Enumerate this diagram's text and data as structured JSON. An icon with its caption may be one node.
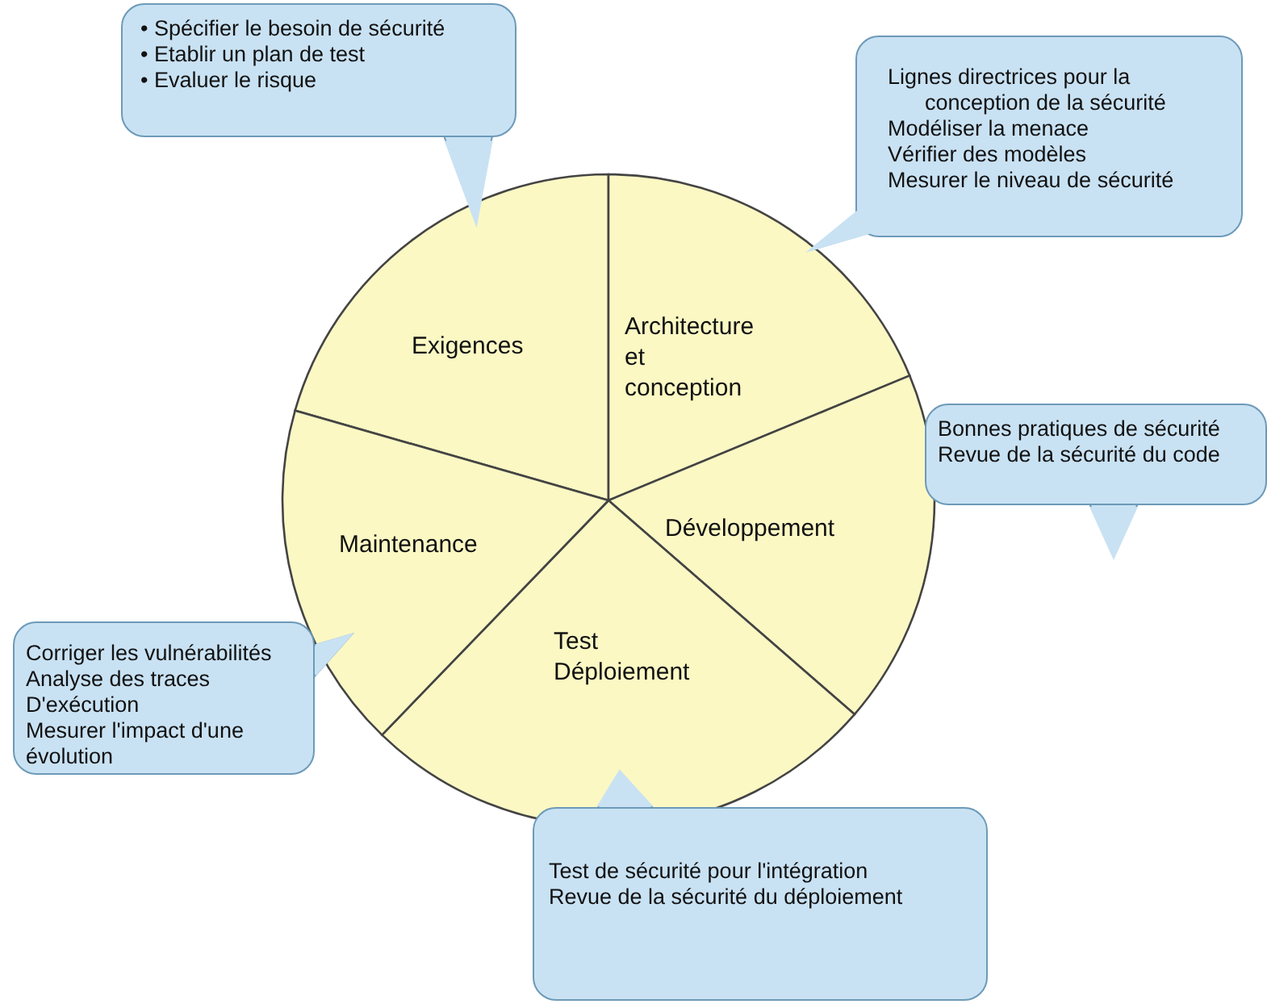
{
  "diagram": {
    "nodes": [
      {
        "text": [
          "Exigences"
        ]
      },
      {
        "text": [
          "Architecture et conception"
        ]
      },
      {
        "text": [
          "Développement"
        ]
      },
      {
        "text": [
          "Test Déploiement"
        ]
      },
      {
        "text": [
          "Maintenance"
        ]
      },
      {
        "text": [
          "• Spécifier le besoin de sécurité",
          "• Etablir un plan de test",
          "• Evaluer le risque"
        ]
      },
      {
        "text": [
          "Lignes directrices pour la conception de la sécurité",
          "Modéliser la menace",
          "Vérifier des modèles",
          "Mesurer le niveau de sécurité"
        ]
      },
      {
        "text": [
          "Bonnes pratiques de sécurité",
          "Revue de la sécurité du code"
        ]
      },
      {
        "text": [
          "Test de sécurité pour l'intégration",
          "Revue de la sécurité du déploiement"
        ]
      },
      {
        "text": [
          "Corriger les vulnérabilités",
          "Analyse des traces",
          "D'exécution",
          "Mesurer l'impact d'une évolution"
        ]
      }
    ]
  }
}
